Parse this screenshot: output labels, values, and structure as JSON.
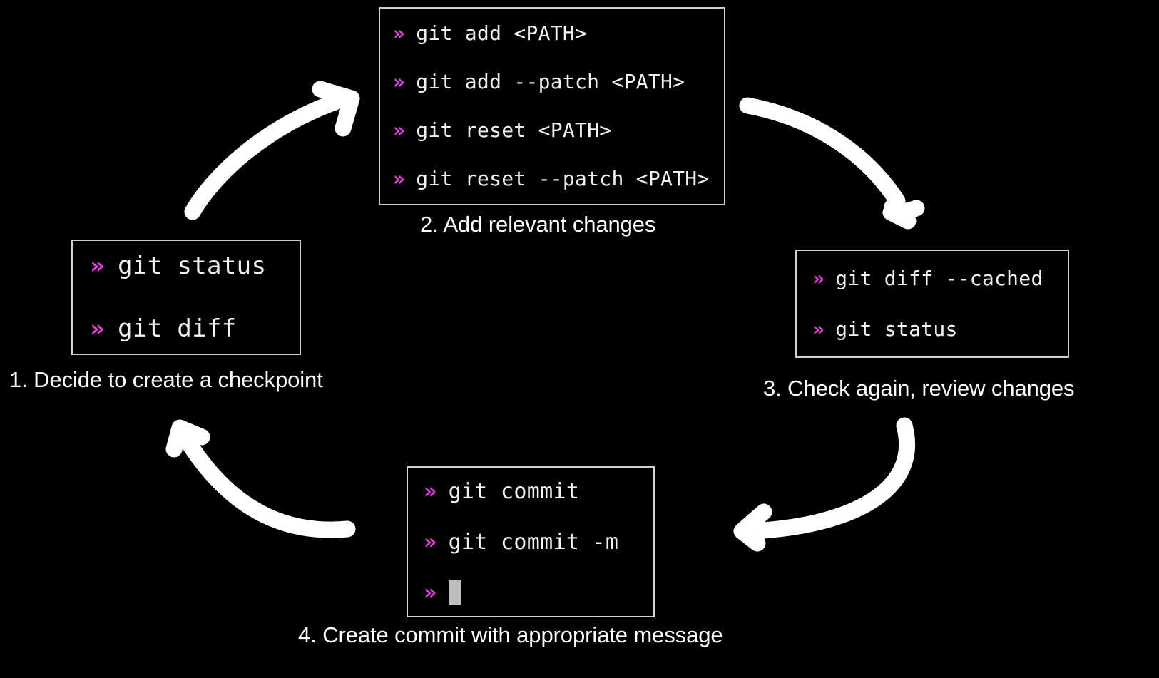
{
  "theme": {
    "background": "#000000",
    "text": "#ffffff",
    "prompt_color": "#e83fe0",
    "box_border": "#cfcfcf",
    "arrow_color": "#ffffff",
    "cursor_color": "#bdbdbd"
  },
  "diagram": {
    "title": "git checkpoint workflow cycle",
    "steps": [
      {
        "id": "step-1",
        "caption": "1. Decide to create a checkpoint",
        "prompt": "»",
        "commands": [
          "git status",
          "git diff"
        ]
      },
      {
        "id": "step-2",
        "caption": "2. Add relevant changes",
        "prompt": "»",
        "commands": [
          "git add <PATH>",
          "git add --patch <PATH>",
          "git reset <PATH>",
          "git reset --patch <PATH>"
        ]
      },
      {
        "id": "step-3",
        "caption": "3. Check again, review changes",
        "prompt": "»",
        "commands": [
          "git diff --cached",
          "git status"
        ]
      },
      {
        "id": "step-4",
        "caption": "4. Create commit with appropriate message",
        "prompt": "»",
        "commands": [
          "git commit",
          "git commit -m",
          ""
        ],
        "cursor_on_last_line": true
      }
    ],
    "arrows": [
      {
        "name": "arrow-step1-to-step2",
        "from": "step-1",
        "to": "step-2",
        "direction": "up-right"
      },
      {
        "name": "arrow-step2-to-step3",
        "from": "step-2",
        "to": "step-3",
        "direction": "down-right"
      },
      {
        "name": "arrow-step3-to-step4",
        "from": "step-3",
        "to": "step-4",
        "direction": "down-left"
      },
      {
        "name": "arrow-step4-to-step1",
        "from": "step-4",
        "to": "step-1",
        "direction": "up-left"
      }
    ]
  }
}
